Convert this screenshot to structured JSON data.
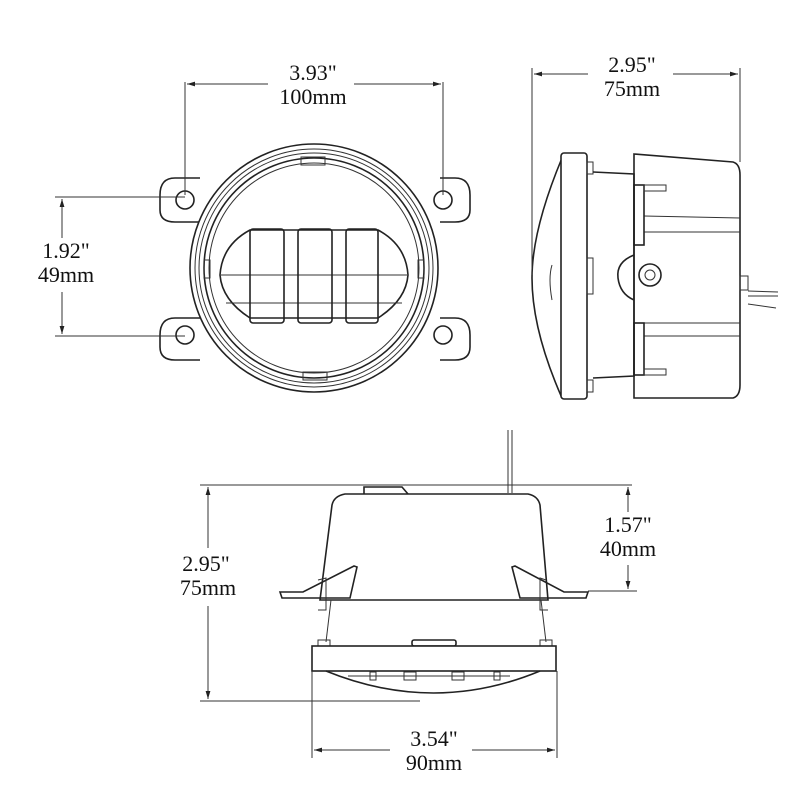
{
  "drawing": {
    "subject": "Round LED fog light technical dimension drawing",
    "views": [
      "front-view",
      "side-view",
      "top-view"
    ]
  },
  "dimensions": {
    "front_width": {
      "inch": "3.93\"",
      "mm": "100mm"
    },
    "front_mount_hole_spacing": {
      "inch": "1.92\"",
      "mm": "49mm"
    },
    "side_depth": {
      "inch": "2.95\"",
      "mm": "75mm"
    },
    "top_total_height": {
      "inch": "2.95\"",
      "mm": "75mm"
    },
    "top_housing_height": {
      "inch": "1.57\"",
      "mm": "40mm"
    },
    "top_lens_diameter": {
      "inch": "3.54\"",
      "mm": "90mm"
    }
  },
  "colors": {
    "line": "#222222",
    "background": "#ffffff",
    "text": "#111111"
  }
}
